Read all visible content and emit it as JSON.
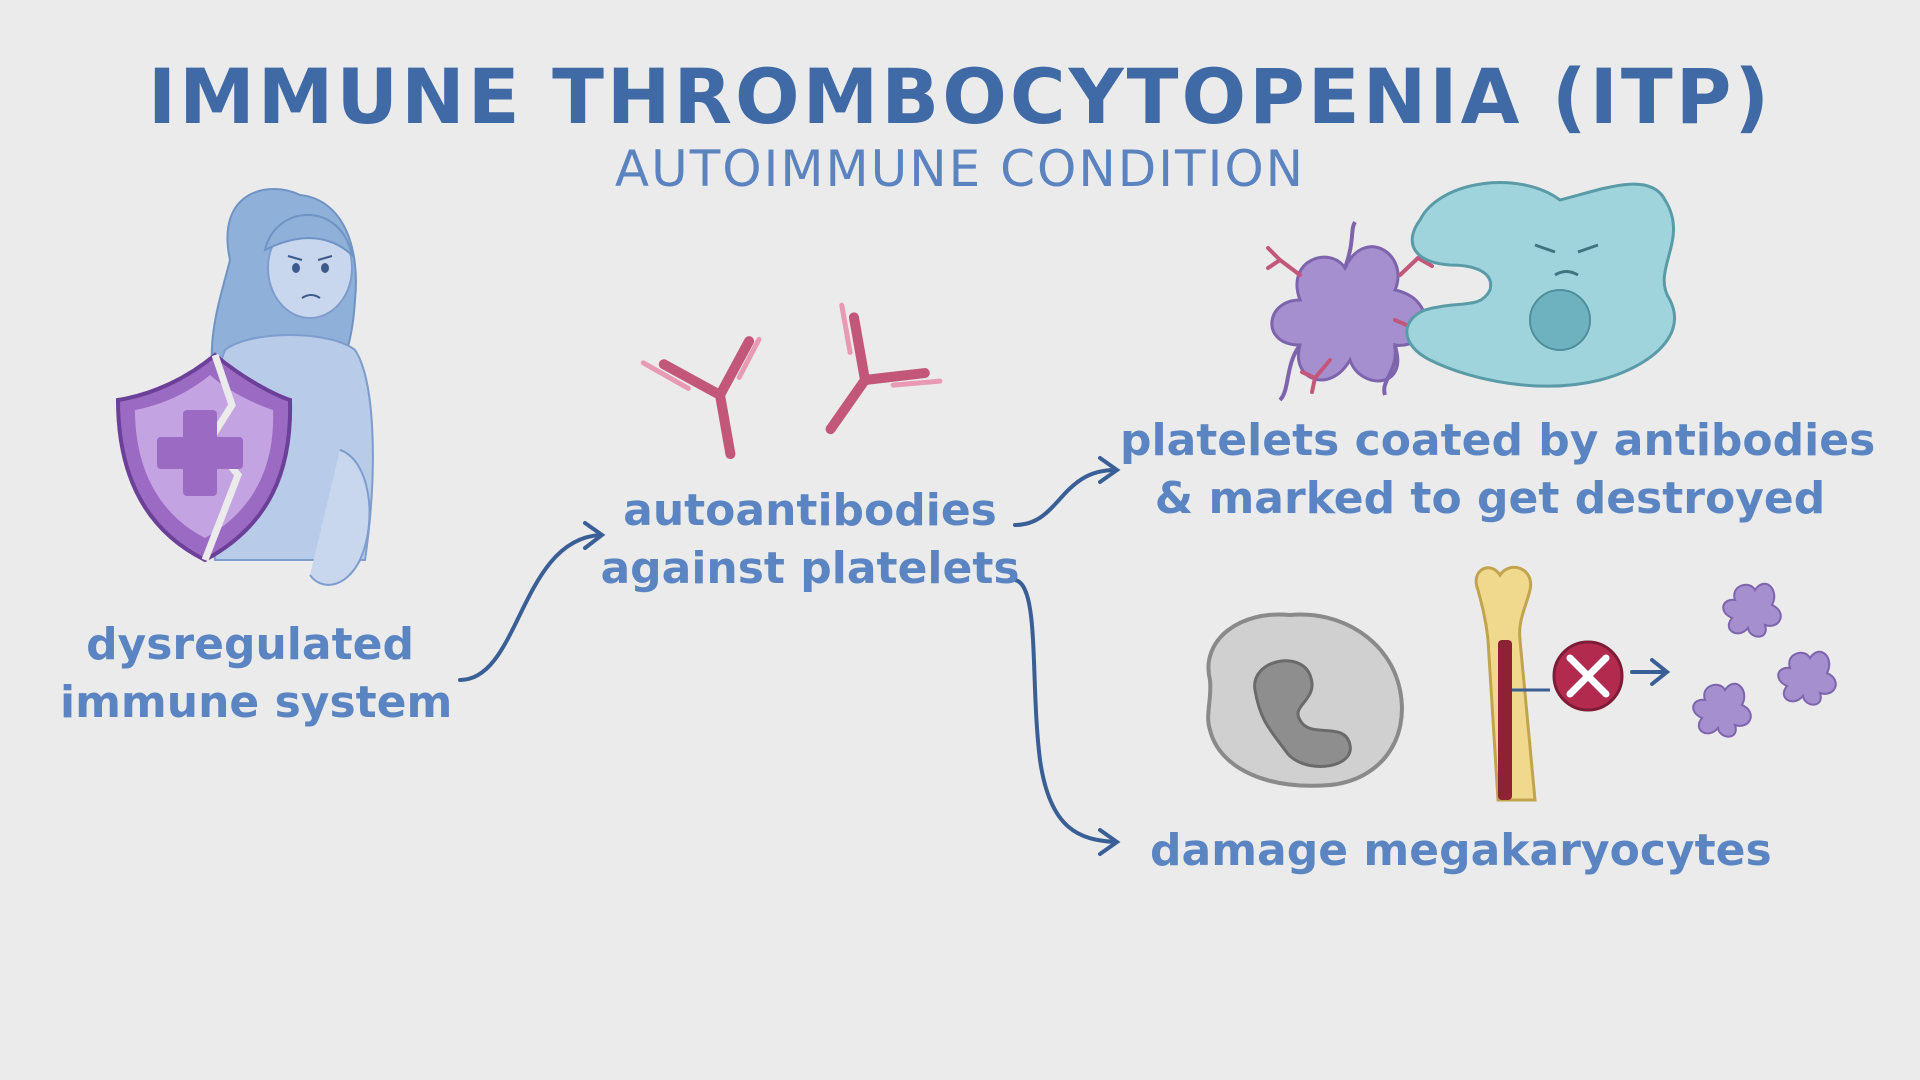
{
  "header": {
    "title": "IMMUNE THROMBOCYTOPENIA (ITP)",
    "subtitle": "AUTOIMMUNE CONDITION"
  },
  "nodes": {
    "immune": {
      "line1": "dysregulated",
      "line2": "immune system"
    },
    "autoantibodies": {
      "line1": "autoantibodies",
      "line2": "against platelets"
    },
    "coated": {
      "line1": "platelets coated by antibodies",
      "line2": "& marked to get destroyed"
    },
    "damage": {
      "line1": "damage megakaryocytes"
    }
  },
  "icons": {
    "girl": "sad-girl-with-broken-shield-icon",
    "antibody": "antibody-icon",
    "platelet": "platelet-icon",
    "macrophage": "macrophage-icon",
    "megakaryocyte": "megakaryocyte-icon",
    "bone": "bone-marrow-icon",
    "blocked": "x-circle-icon"
  },
  "colors": {
    "text": "#5b85c2",
    "title": "#3f6aa6",
    "arrow": "#3a5f96",
    "antibody": "#c2577a",
    "platelet": "#a58fcf",
    "macrophage": "#9fd4dc",
    "shield": "#9b6bc4",
    "blocked": "#b22b4f"
  }
}
